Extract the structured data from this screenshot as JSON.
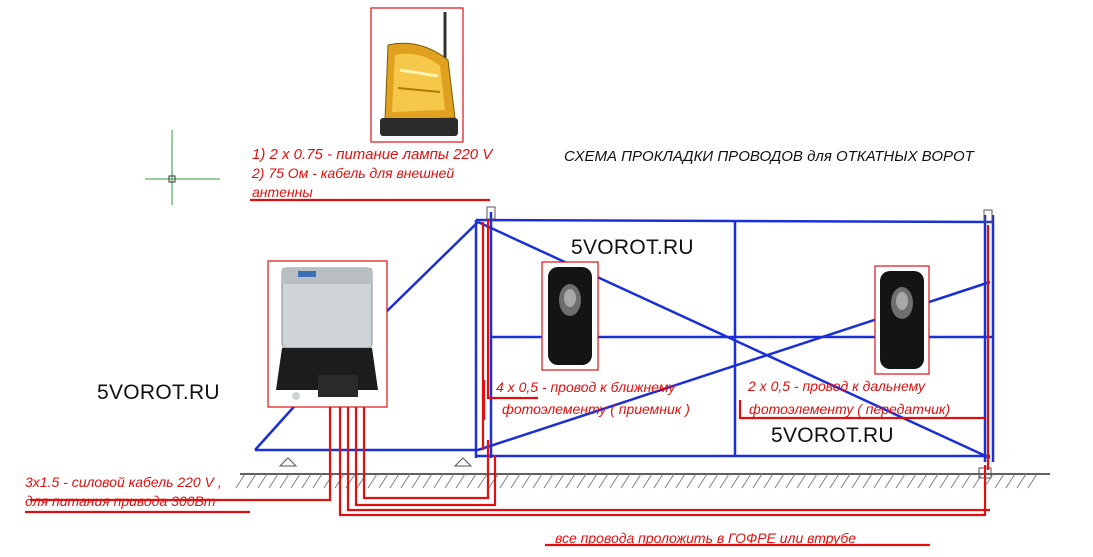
{
  "title": "СХЕМА ПРОКЛАДКИ ПРОВОДОВ для ОТКАТНЫХ ВОРОТ",
  "watermarks": [
    "5VOROT.RU",
    "5VOROT.RU",
    "5VOROT.RU"
  ],
  "labels": {
    "lamp_line1": "1) 2 х 0.75 - питание лампы 220 V",
    "lamp_line2": "2) 75 Ом - кабель для внешней",
    "lamp_line3": "антенны",
    "near_photo_line1": "4 х 0,5  -  провод к ближнему",
    "near_photo_line2": "фотоэлементу  ( приемник )",
    "far_photo_line1": "2 х 0,5  -  провод к дальнему",
    "far_photo_line2": "фотоэлементу  ( передатчик)",
    "power_line1": "3х1.5 - силовой кабель 220 V ,",
    "power_line2": "для питания привода 300Вт",
    "conduit_note": "все провода проложить  в ГОФРЕ или втрубе"
  },
  "colors": {
    "wire": "#e01010",
    "gate": "#1a2fd6",
    "label": "#e01010",
    "text": "#101010",
    "ground": "#606060"
  }
}
